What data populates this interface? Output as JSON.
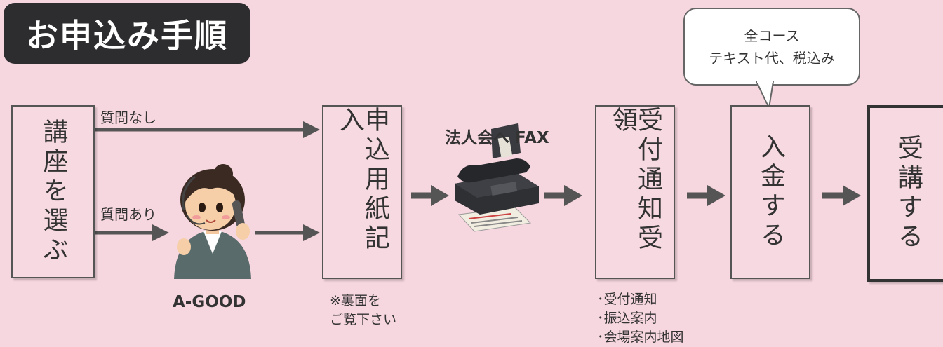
{
  "title": "お申込み手順",
  "steps": {
    "choose_course": "講座を選ぶ",
    "fill_form": "申込用紙記入",
    "receive_notice": "受付通知受領",
    "pay": "入金する",
    "attend": "受講する"
  },
  "branches": {
    "no_question": "質問なし",
    "with_question": "質問あり"
  },
  "agent": {
    "name": "A-GOOD"
  },
  "fax": {
    "label": "法人会へ FAX"
  },
  "form_note": [
    "※裏面を",
    "ご覧下さい"
  ],
  "notice_items": [
    "･受付通知",
    "･振込案内",
    "･会場案内地図"
  ],
  "bubble": [
    "全コース",
    "テキスト代、税込み"
  ]
}
